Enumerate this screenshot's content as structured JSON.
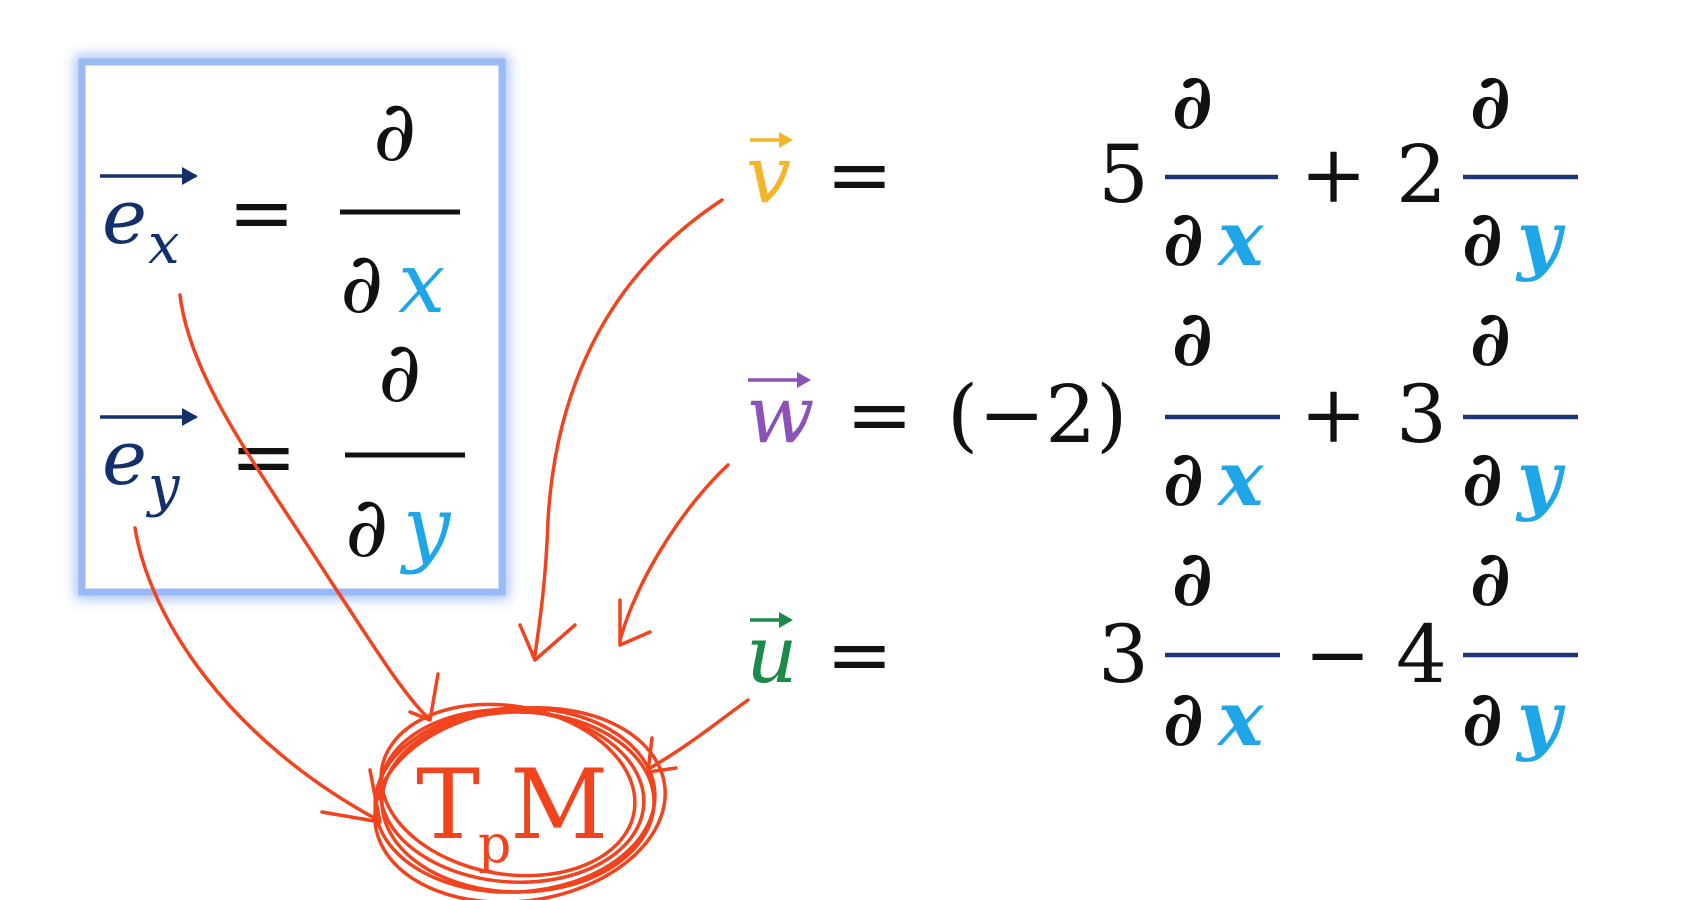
{
  "colors": {
    "basis": "#13306b",
    "x_var": "#1fa6e6",
    "y_var": "#1fa6e6",
    "v": "#f4b52a",
    "w": "#8b52b8",
    "u": "#1b8a4a",
    "ink": "#111111",
    "frac_bar_bold": "#1d3577",
    "box_border": "#8fb0f2",
    "annotation": "#f0431e"
  },
  "basis_box": {
    "ex": {
      "base": "e",
      "sub": "x",
      "eq": "=",
      "num": "∂",
      "den_d": "∂",
      "den_var": "x"
    },
    "ey": {
      "base": "e",
      "sub": "y",
      "eq": "=",
      "num": "∂",
      "den_d": "∂",
      "den_var": "y"
    }
  },
  "equations": [
    {
      "vec": "v",
      "eq": "=",
      "c1": "5",
      "op": "+",
      "c2": "2",
      "d": "∂",
      "x": "x",
      "y": "y"
    },
    {
      "vec": "w",
      "eq": "=",
      "c1": "(−2)",
      "op": "+",
      "c2": "3",
      "d": "∂",
      "x": "x",
      "y": "y"
    },
    {
      "vec": "u",
      "eq": "=",
      "c1": "3",
      "op": "−",
      "c2": "4",
      "d": "∂",
      "x": "x",
      "y": "y"
    }
  ],
  "annotation": {
    "label_T": "T",
    "label_p": "p",
    "label_M": "M"
  }
}
